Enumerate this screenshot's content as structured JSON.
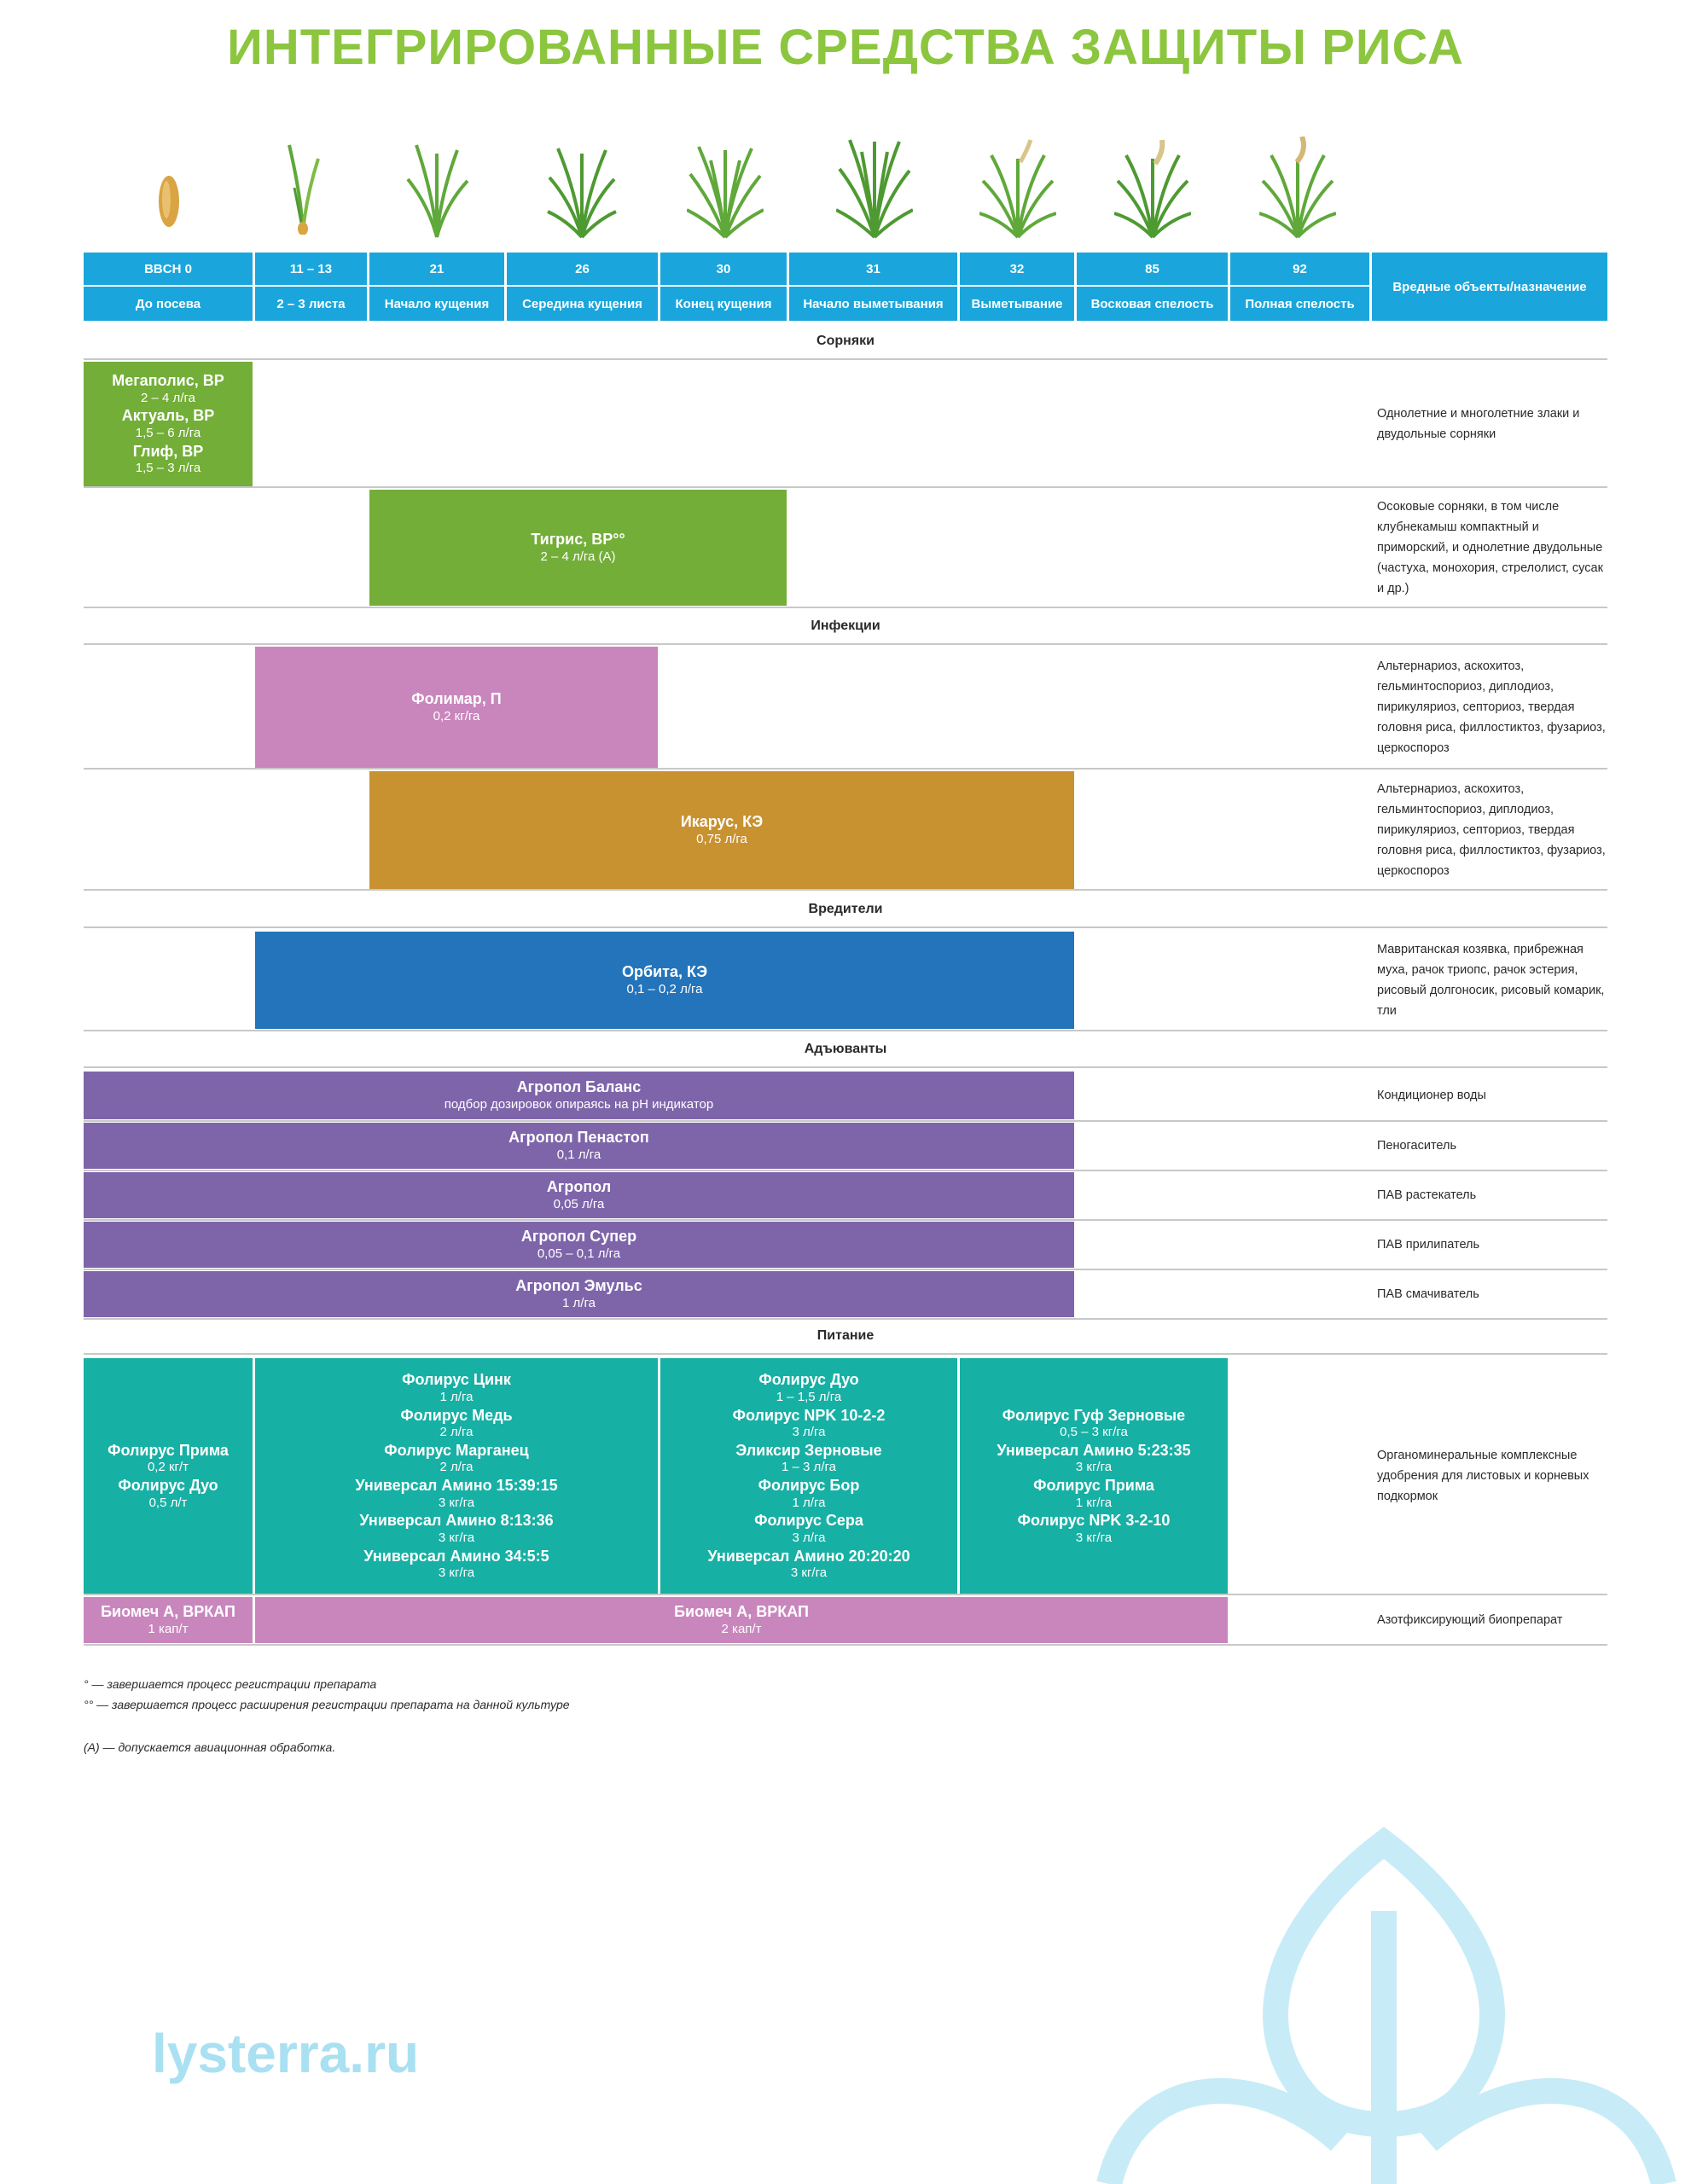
{
  "title": "ИНТЕГРИРОВАННЫЕ СРЕДСТВА ЗАЩИТЫ РИСА",
  "plant_icons": [
    "rice-grain-icon",
    "rice-seedling-icon",
    "rice-plant-icon",
    "rice-plant-icon",
    "rice-plant-icon",
    "rice-plant-icon",
    "rice-panicle-icon",
    "rice-panicle-icon",
    "rice-panicle-icon"
  ],
  "stages": [
    {
      "code": "BBCH 0",
      "name": "До посева"
    },
    {
      "code": "11 – 13",
      "name": "2 – 3 листа"
    },
    {
      "code": "21",
      "name": "Начало кущения"
    },
    {
      "code": "26",
      "name": "Середина кущения"
    },
    {
      "code": "30",
      "name": "Конец кущения"
    },
    {
      "code": "31",
      "name": "Начало выметывания"
    },
    {
      "code": "32",
      "name": "Выметывание"
    },
    {
      "code": "85",
      "name": "Восковая спелость"
    },
    {
      "code": "92",
      "name": "Полная спелость"
    }
  ],
  "targets_header": "Вредные объекты/назначение",
  "sections": {
    "weeds": "Сорняки",
    "infections": "Инфекции",
    "pests": "Вредители",
    "adjuvants": "Адъюванты",
    "nutrition": "Питание"
  },
  "weeds": {
    "b1": {
      "items": [
        {
          "name": "Мегаполис, ВР",
          "dose": "2 – 4 л/га"
        },
        {
          "name": "Актуаль, ВР",
          "dose": "1,5 – 6 л/га"
        },
        {
          "name": "Глиф, ВР",
          "dose": "1,5 – 3 л/га"
        }
      ]
    },
    "t1": "Однолетние и многолетние злаки и двудольные сорняки",
    "b2": {
      "name": "Тигрис, ВР°°",
      "dose": "2 – 4 л/га (А)"
    },
    "t2": "Осоковые сорняки, в том числе клубнекамыш компактный и приморский, и однолетние двудольные (частуха, монохория, стрелолист, сусак и др.)"
  },
  "infections": {
    "b1": {
      "name": "Фолимар, П",
      "dose": "0,2 кг/га"
    },
    "t1": "Альтернариоз, аскохитоз, гельминтоспориоз, диплодиоз, пирикуляриоз, септориоз, твердая головня риса, филлостиктоз, фузариоз, церкоспороз",
    "b2": {
      "name": "Икарус, КЭ",
      "dose": "0,75 л/га"
    },
    "t2": "Альтернариоз, аскохитоз, гельминтоспориоз, диплодиоз, пирикуляриоз, септориоз, твердая головня риса, филлостиктоз, фузариоз, церкоспороз"
  },
  "pests": {
    "b1": {
      "name": "Орбита, КЭ",
      "dose": "0,1 – 0,2 л/га"
    },
    "t1": "Мавританская козявка, прибрежная муха, рачок триопс, рачок эстерия, рисовый долгоносик, рисовый комарик, тли"
  },
  "adjuvants": [
    {
      "name": "Агропол Баланс",
      "dose": "подбор дозировок опираясь на pH индикатор",
      "target": "Кондиционер воды"
    },
    {
      "name": "Агропол Пенастоп",
      "dose": "0,1 л/га",
      "target": "Пеногаситель"
    },
    {
      "name": "Агропол",
      "dose": "0,05 л/га",
      "target": "ПАВ растекатель"
    },
    {
      "name": "Агропол Супер",
      "dose": "0,05 – 0,1 л/га",
      "target": "ПАВ прилипатель"
    },
    {
      "name": "Агропол Эмульс",
      "dose": "1 л/га",
      "target": "ПАВ смачиватель"
    }
  ],
  "nutrition": {
    "c1": [
      {
        "name": "Фолирус Прима",
        "dose": "0,2 кг/т"
      },
      {
        "name": "Фолирус Дуо",
        "dose": "0,5 л/т"
      }
    ],
    "c2": [
      {
        "name": "Фолирус Цинк",
        "dose": "1 л/га"
      },
      {
        "name": "Фолирус Медь",
        "dose": "2 л/га"
      },
      {
        "name": "Фолирус Марганец",
        "dose": "2 л/га"
      },
      {
        "name": "Универсал Амино 15:39:15",
        "dose": "3 кг/га"
      },
      {
        "name": "Универсал Амино 8:13:36",
        "dose": "3 кг/га"
      },
      {
        "name": "Универсал Амино 34:5:5",
        "dose": "3 кг/га"
      }
    ],
    "c3": [
      {
        "name": "Фолирус Дуо",
        "dose": "1 – 1,5 л/га"
      },
      {
        "name": "Фолирус NPK 10-2-2",
        "dose": "3 л/га"
      },
      {
        "name": "Эликсир Зерновые",
        "dose": "1 – 3 л/га"
      },
      {
        "name": "Фолирус Бор",
        "dose": "1 л/га"
      },
      {
        "name": "Фолирус Сера",
        "dose": "3 л/га"
      },
      {
        "name": "Универсал Амино 20:20:20",
        "dose": "3 кг/га"
      }
    ],
    "c4": [
      {
        "name": "Фолирус Гуф Зерновые",
        "dose": "0,5 – 3 кг/га"
      },
      {
        "name": "Универсал Амино 5:23:35",
        "dose": "3 кг/га"
      },
      {
        "name": "Фолирус Прима",
        "dose": "1 кг/га"
      },
      {
        "name": "Фолирус NPK 3-2-10",
        "dose": "3 кг/га"
      }
    ],
    "t1": "Органоминеральные комплексные удобрения для листовых и корневых подкормок",
    "bio1": {
      "name": "Биомеч А, ВРКАП",
      "dose": "1 кап/т"
    },
    "bio2": {
      "name": "Биомеч А, ВРКАП",
      "dose": "2 кап/т"
    },
    "t2": "Азотфиксирующий биопрепарат"
  },
  "footnotes": [
    "° — завершается процесс регистрации препарата",
    "°° — завершается процесс расширения регистрации препарата на данной культуре",
    "(А) — допускается авиационная обработка."
  ],
  "site": "lysterra.ru",
  "colors": {
    "title": "#8cc63f",
    "header": "#1aa6dc",
    "herbicide": "#73ae38",
    "fungicide_pink": "#c986bd",
    "fungicide_ochre": "#c89231",
    "insecticide": "#2374bb",
    "adjuvant": "#7e65aa",
    "nutrition": "#17b0a4",
    "site": "#a9e0f2"
  }
}
